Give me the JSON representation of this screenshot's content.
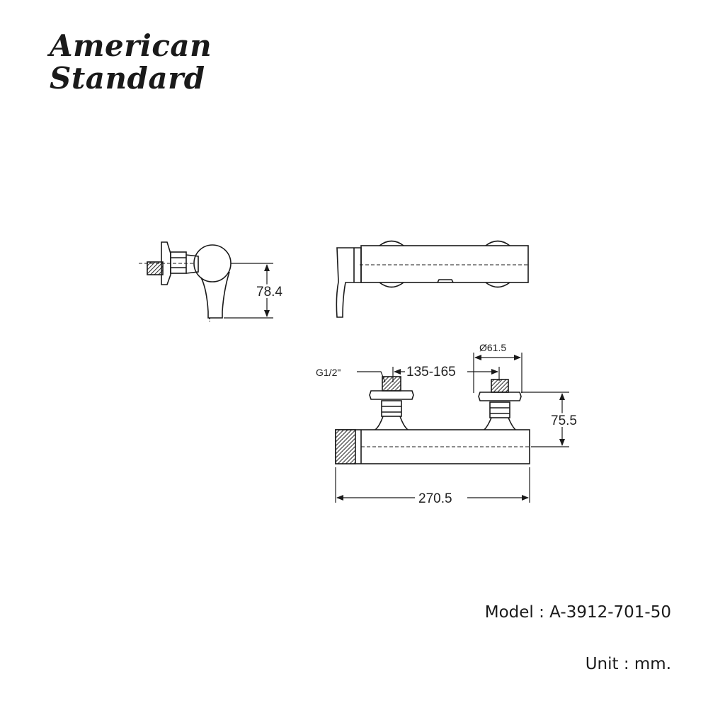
{
  "brand": {
    "line1": "American",
    "line2": "Standard"
  },
  "dimensions": {
    "height_side": "78.4",
    "thread": "G1/2\"",
    "centers": "135-165",
    "flange_dia": "Ø61.5",
    "projection": "75.5",
    "length": "270.5"
  },
  "info": {
    "model": "Model : A-3912-701-50",
    "unit": "Unit : mm."
  },
  "colors": {
    "line": "#1a1a1a",
    "hatch": "#555555"
  }
}
